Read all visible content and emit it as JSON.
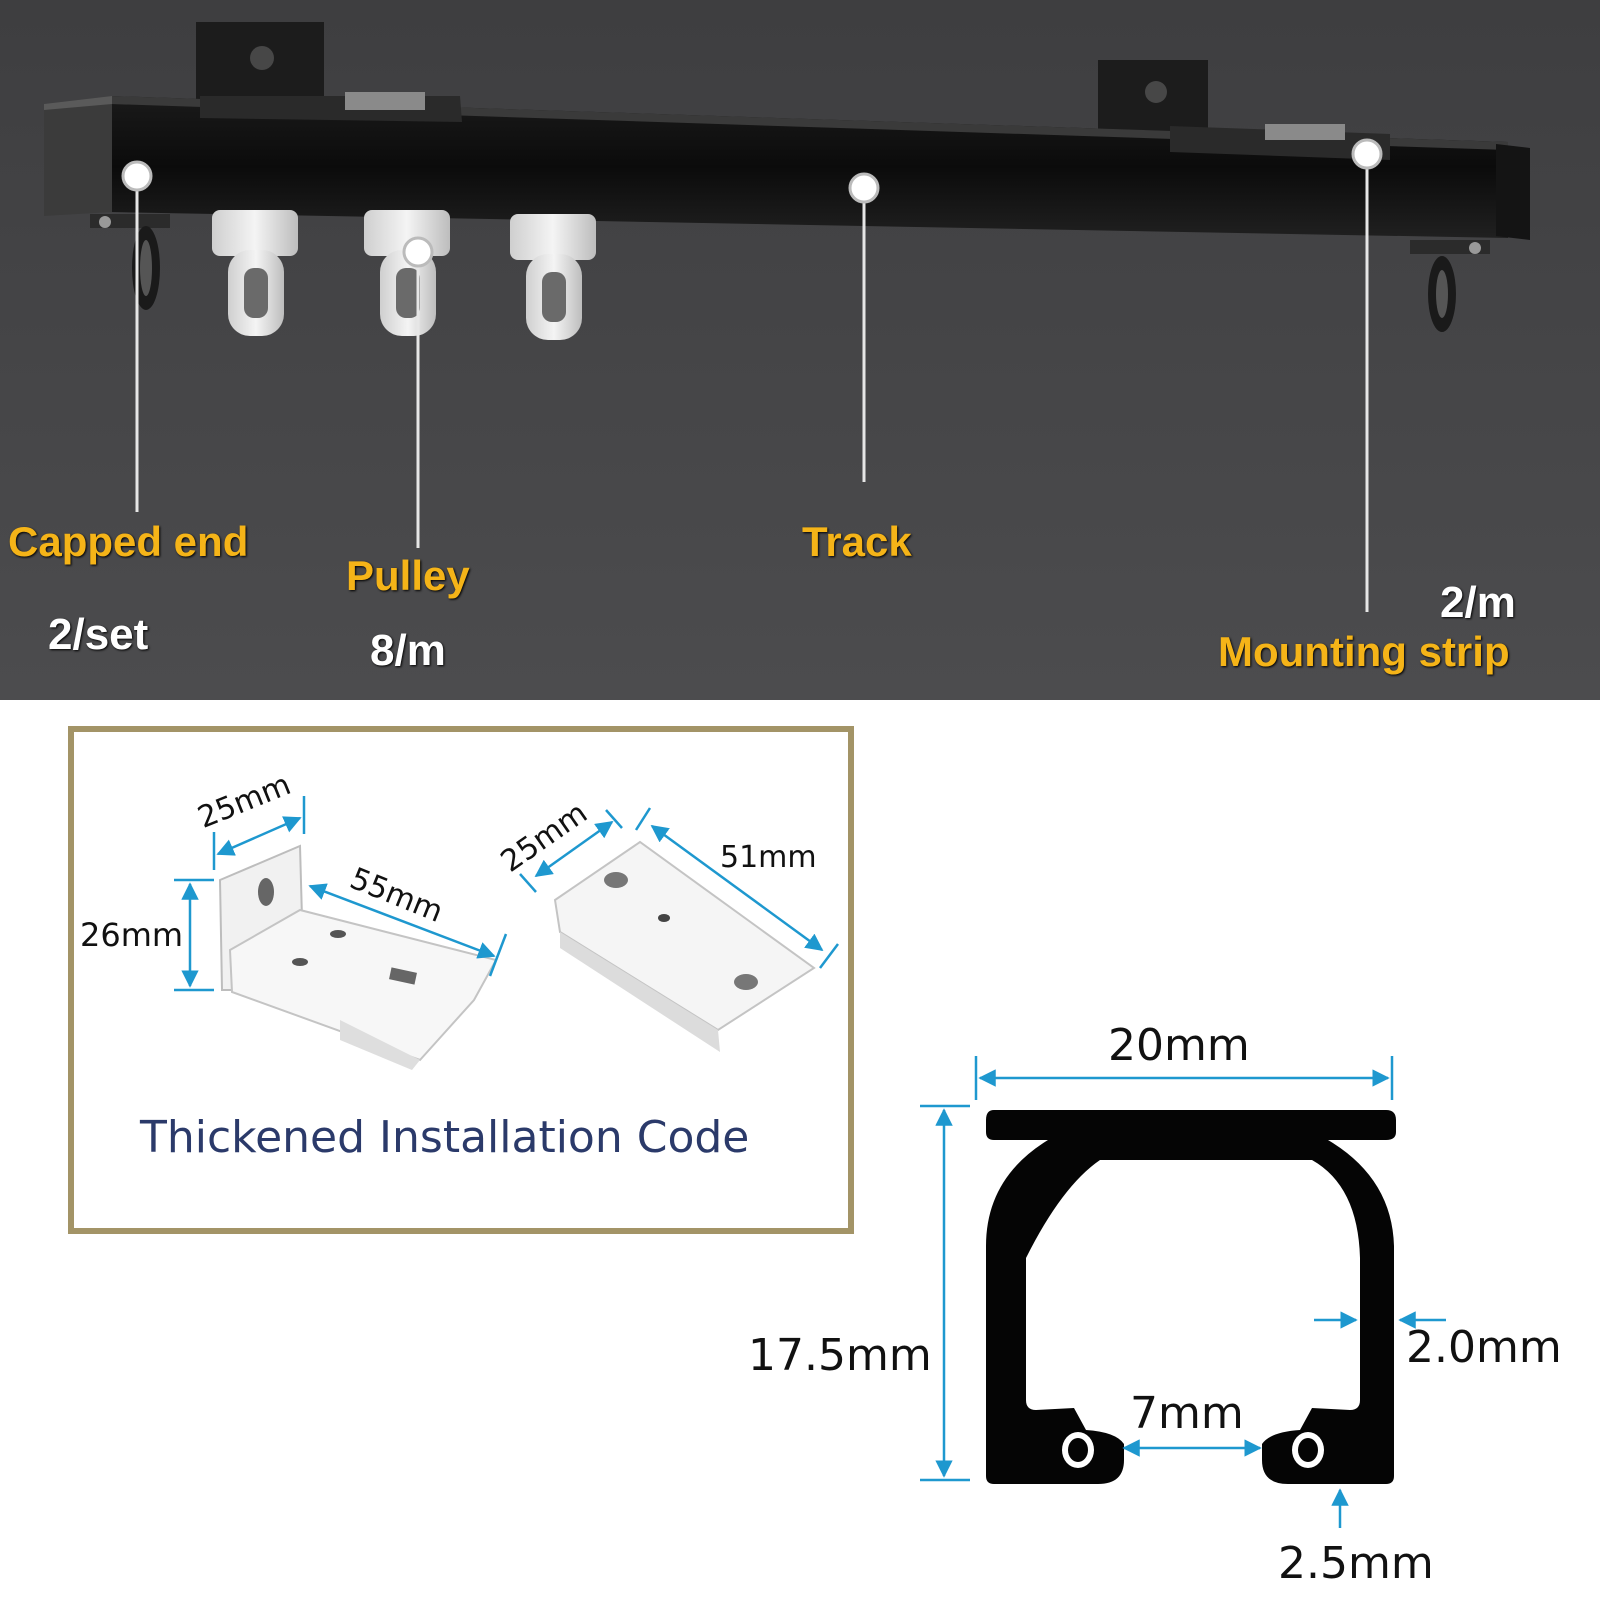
{
  "colors": {
    "background_dark": "#4a4a4c",
    "label_gold": "#f5b418",
    "quantity_white": "#ffffff",
    "dimension_blue": "#1e98cf",
    "frame_gold": "#a39467",
    "code_text": "#2b3a6a",
    "profile_black": "#050505"
  },
  "parts": {
    "capped_end": {
      "label": "Capped end",
      "quantity": "2/set"
    },
    "pulley": {
      "label": "Pulley",
      "quantity": "8/m"
    },
    "track": {
      "label": "Track"
    },
    "mounting_strip": {
      "label": "Mounting strip",
      "quantity": "2/m"
    }
  },
  "brackets": {
    "caption": "Thickened Installation Code",
    "l_bracket": {
      "width": "25mm",
      "length": "55mm",
      "height": "26mm"
    },
    "flat_bracket": {
      "width": "25mm",
      "length": "51mm"
    }
  },
  "profile": {
    "width": "20mm",
    "height": "17.5mm",
    "wall": "2.0mm",
    "opening": "7mm",
    "base": "2.5mm"
  },
  "icons": [
    "white-dot-marker-icon",
    "arrow-icon"
  ]
}
